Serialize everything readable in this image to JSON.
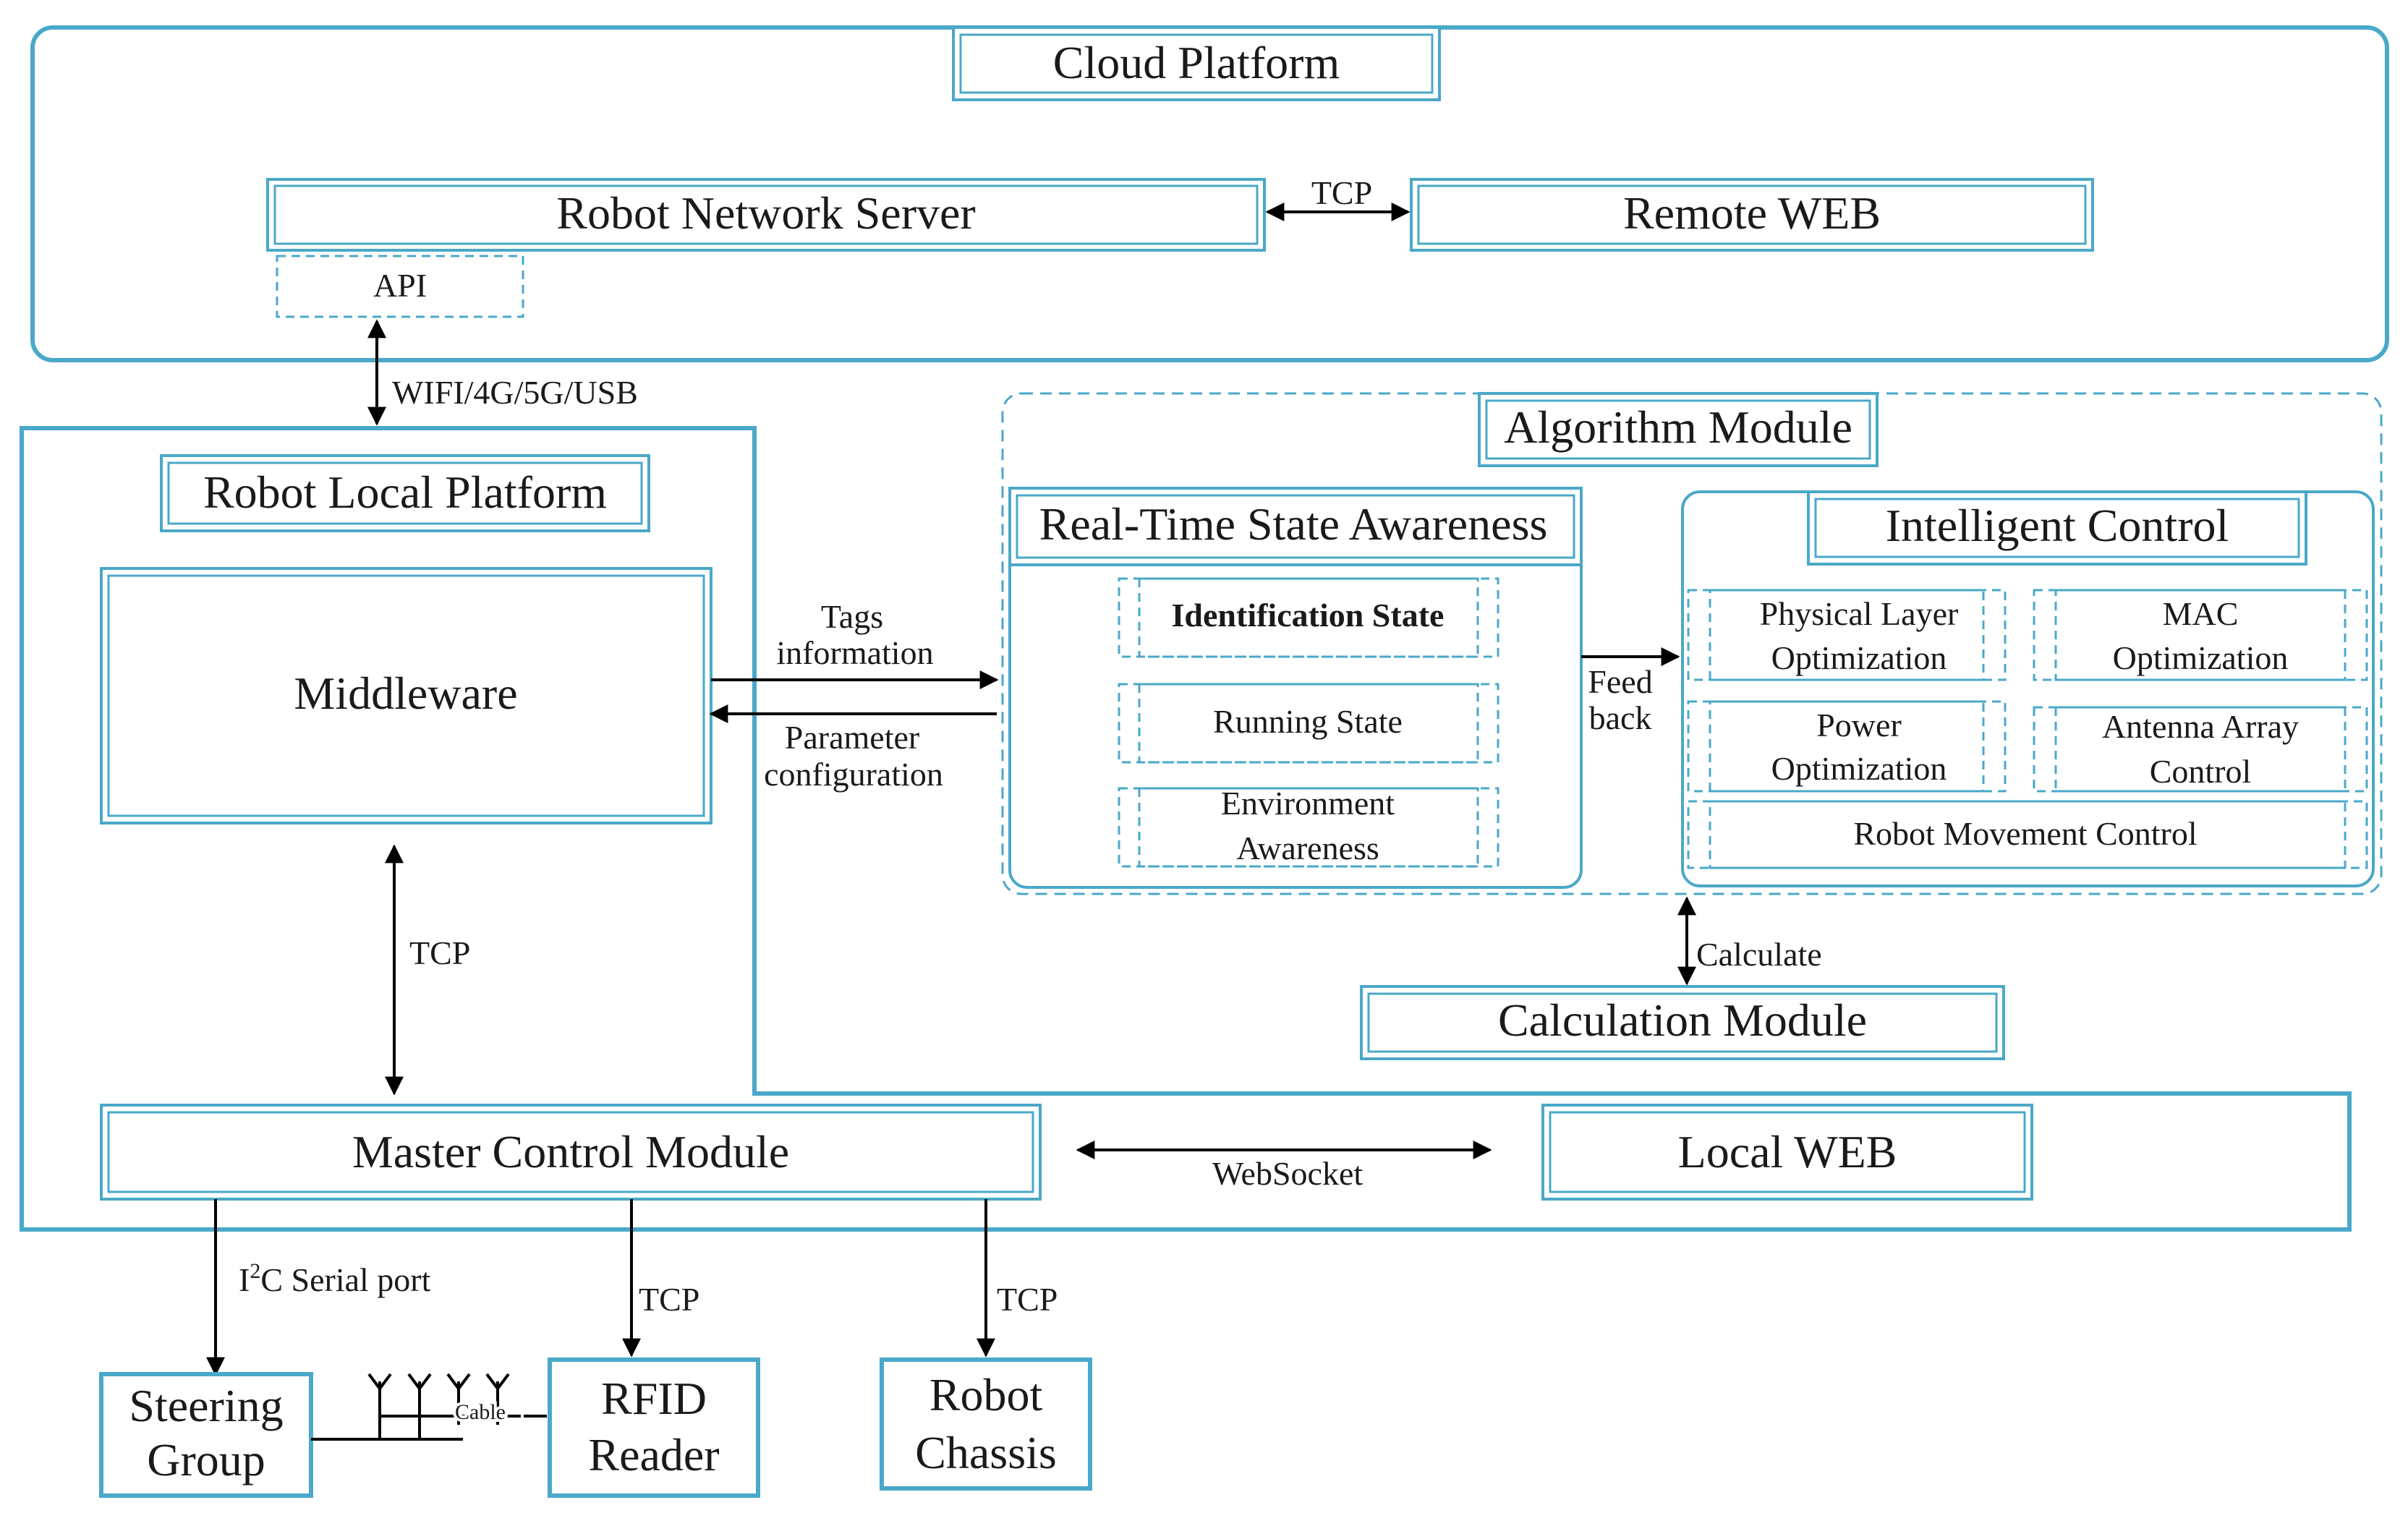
{
  "colors": {
    "box": "#4aa8c8",
    "line": "#000000",
    "text": "#1a1a1a"
  },
  "cloud": {
    "title": "Cloud Platform",
    "network_server": "Robot Network Server",
    "remote_web": "Remote WEB",
    "tcp": "TCP",
    "api": "API"
  },
  "link_cloud_local": "WIFI/4G/5G/USB",
  "local": {
    "title": "Robot Local Platform",
    "middleware": "Middleware",
    "tcp": "TCP",
    "master_control": "Master Control Module",
    "websocket": "WebSocket",
    "local_web": "Local WEB"
  },
  "middleware_links": {
    "tags_1": "Tags",
    "tags_2": "information",
    "param_1": "Parameter",
    "param_2": "configuration"
  },
  "algorithm": {
    "title": "Algorithm Module",
    "awareness": {
      "title": "Real-Time State Awareness",
      "identification": "Identification State",
      "running": "Running State",
      "env_1": "Environment",
      "env_2": "Awareness"
    },
    "feedback_1": "Feed",
    "feedback_2": "back",
    "control": {
      "title": "Intelligent Control",
      "phy_1": "Physical Layer",
      "phy_2": "Optimization",
      "mac_1": "MAC",
      "mac_2": "Optimization",
      "power_1": "Power",
      "power_2": "Optimization",
      "antenna_1": "Antenna Array",
      "antenna_2": "Control",
      "movement": "Robot Movement Control"
    }
  },
  "calculate": "Calculate",
  "calculation_module": "Calculation Module",
  "devices": {
    "i2c_prefix": "I",
    "i2c_sup": "2",
    "i2c_rest": "C Serial port",
    "tcp_rfid": "TCP",
    "tcp_chassis": "TCP",
    "steering_1": "Steering",
    "steering_2": "Group",
    "rfid_1": "RFID",
    "rfid_2": "Reader",
    "chassis_1": "Robot",
    "chassis_2": "Chassis",
    "cable": "Cable"
  }
}
